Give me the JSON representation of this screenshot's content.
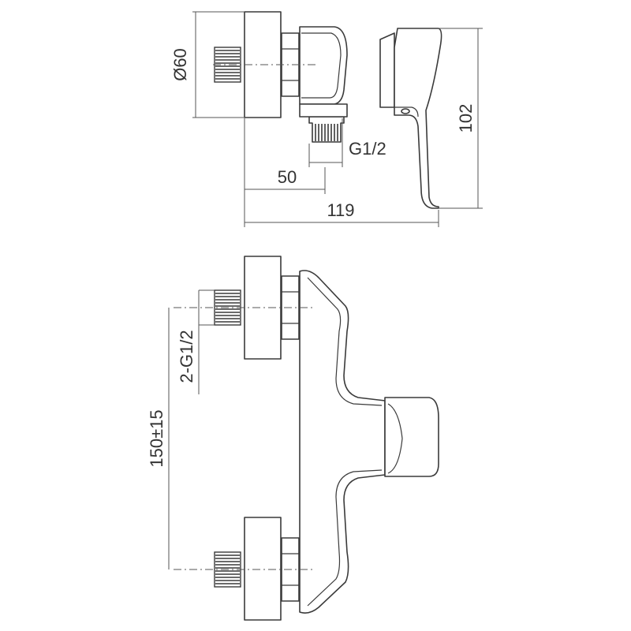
{
  "labels": {
    "diameter": "Ø60",
    "thread_side": "G1/2",
    "offset": "50",
    "depth": "119",
    "height": "102",
    "thread_front": "2-G1/2",
    "centers": "150±15"
  },
  "colors": {
    "line": "#3a3a3a",
    "dimension": "#555555",
    "text": "#333333",
    "background": "#ffffff"
  }
}
